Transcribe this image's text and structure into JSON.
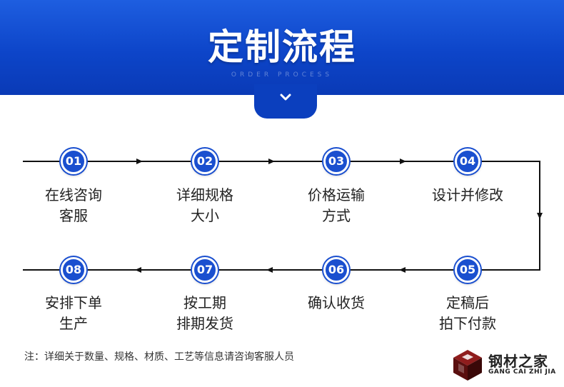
{
  "header": {
    "title": "定制流程",
    "subtitle": "ORDER PROCESS"
  },
  "colors": {
    "brand_blue": "#1a4fcf",
    "banner_blue": "#0d45c9",
    "line": "#111111"
  },
  "steps": [
    {
      "num": "01",
      "lines": [
        "在线咨询",
        "客服"
      ]
    },
    {
      "num": "02",
      "lines": [
        "详细规格",
        "大小"
      ]
    },
    {
      "num": "03",
      "lines": [
        "价格运输",
        "方式"
      ]
    },
    {
      "num": "04",
      "lines": [
        "设计并修改",
        ""
      ]
    },
    {
      "num": "05",
      "lines": [
        "定稿后",
        "拍下付款"
      ]
    },
    {
      "num": "06",
      "lines": [
        "确认收货",
        ""
      ]
    },
    {
      "num": "07",
      "lines": [
        "按工期",
        "排期发货"
      ]
    },
    {
      "num": "08",
      "lines": [
        "安排下单",
        "生产"
      ]
    }
  ],
  "note": "注：详细关于数量、规格、材质、工艺等信息请咨询客服人员",
  "logo": {
    "name": "钢材之家",
    "pinyin": "GANG CAI ZHI JIA",
    "icon": "cube-logo-icon"
  },
  "icons": {
    "tab": "chevron-down-icon",
    "arrow": "arrow-head-icon"
  }
}
